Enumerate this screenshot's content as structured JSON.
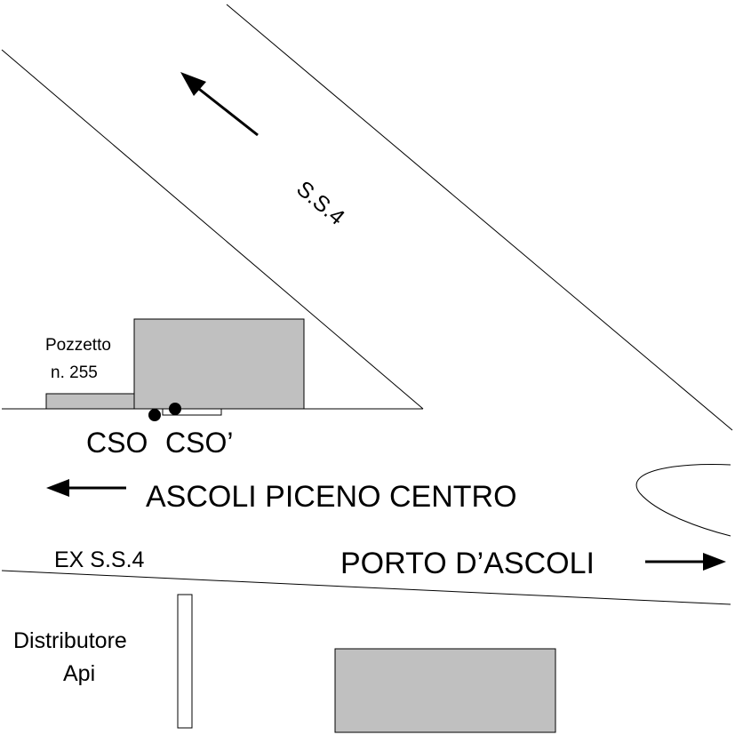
{
  "labels": {
    "ss4": "S.S.4",
    "pozzetto_line1": "Pozzetto",
    "pozzetto_line2": "n. 255",
    "cso": "CSO",
    "cso_prime": "CSO’",
    "ascoli": "ASCOLI PICENO CENTRO",
    "ex_ss4": "EX S.S.4",
    "porto": "PORTO D’ASCOLI",
    "distributore_line1": "Distributore",
    "distributore_line2": "Api"
  },
  "colors": {
    "building": "#c0c0c0",
    "line": "#000000",
    "background": "#ffffff"
  }
}
